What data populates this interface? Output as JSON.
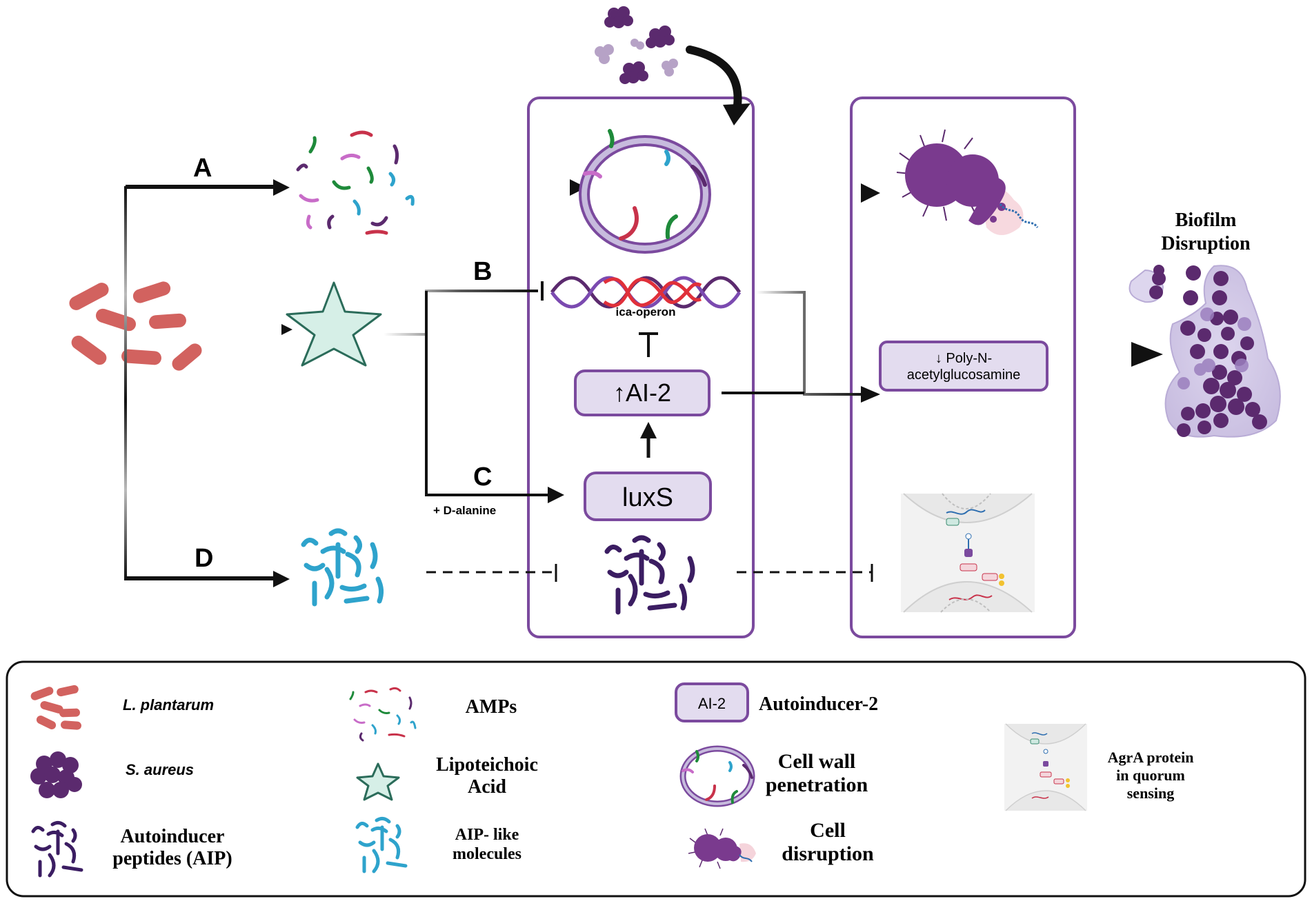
{
  "pathways": {
    "a": "A",
    "b": "B",
    "c": "C",
    "d": "D",
    "c_note": "+ D-alanine"
  },
  "inner": {
    "operon": "ica-operon",
    "ai2": "↑AI-2",
    "luxs": "luxS"
  },
  "outer": {
    "pnag_line1": "↓ Poly-N-",
    "pnag_line2": "acetylglucosamine",
    "biofilm_line1": "Biofilm",
    "biofilm_line2": "Disruption"
  },
  "legend": {
    "lplantarum": "L. plantarum",
    "saureus": "S. aureus",
    "aip_line1": "Autoinducer",
    "aip_line2": "peptides (AIP)",
    "amps": "AMPs",
    "lta_line1": "Lipoteichoic",
    "lta_line2": "Acid",
    "aiplike_line1": "AIP- like",
    "aiplike_line2": "molecules",
    "ai2_box": "AI-2",
    "ai2_text": "Autoinducer-2",
    "cellwall_line1": "Cell wall",
    "cellwall_line2": "penetration",
    "celldis_line1": "Cell",
    "celldis_line2": "disruption",
    "agra_line1": "AgrA protein",
    "agra_line2": "in quorum",
    "agra_line3": "sensing"
  },
  "colors": {
    "panel_border": "#7b4a9e",
    "box_fill": "#e3dcef",
    "staph": "#5b2a6e",
    "lacto": "#d2625f",
    "lta": "#d6efe7",
    "aip": "#3b1d62",
    "aiplike": "#2ea3cc"
  }
}
